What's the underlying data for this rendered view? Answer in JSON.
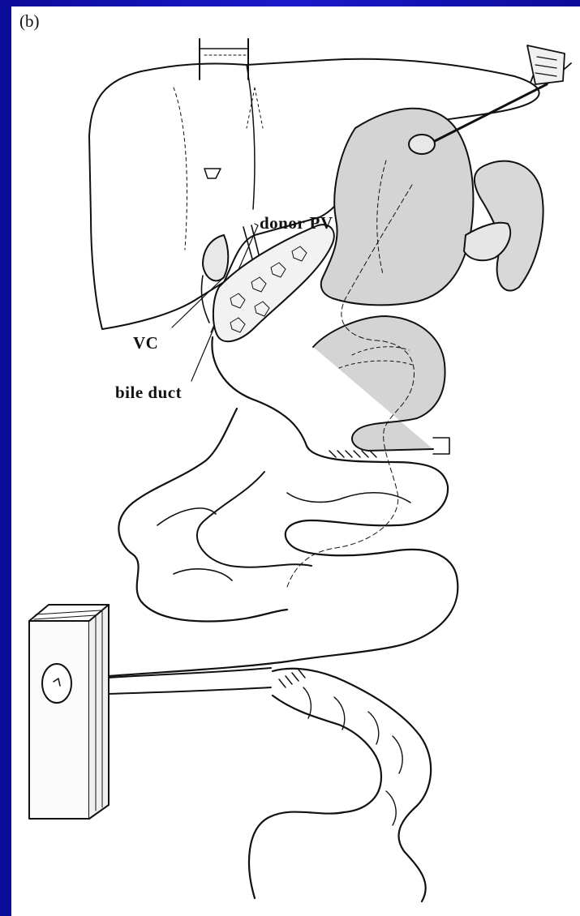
{
  "figure": {
    "panel_label": "(b)",
    "labels": {
      "donor_pv": "donor PV",
      "vc": "VC",
      "bile_duct": "bile duct"
    }
  },
  "colors": {
    "frame": "#1414b4",
    "panel": "#ffffff",
    "ink": "#111111",
    "graft_shade": "#d4d4d4"
  }
}
